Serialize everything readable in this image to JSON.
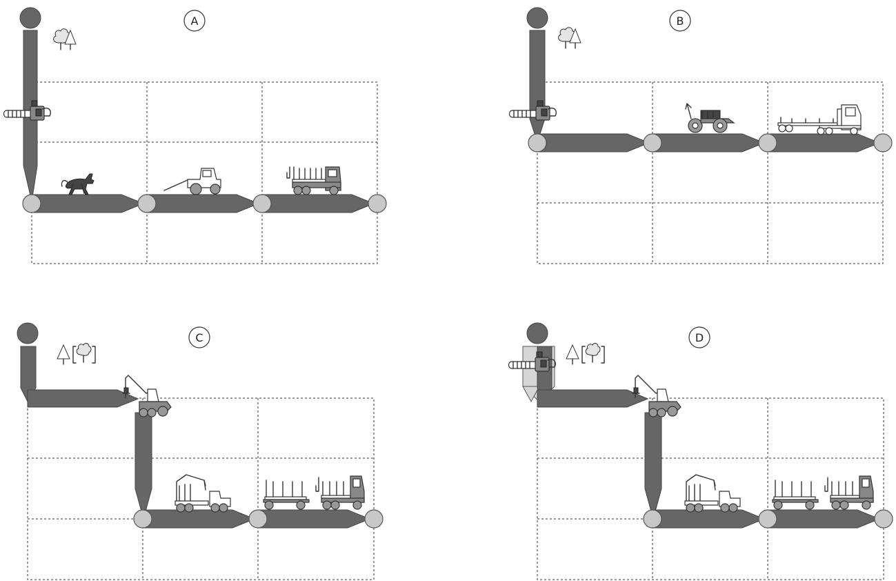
{
  "panels": [
    {
      "id": "A",
      "label": "A"
    },
    {
      "id": "B",
      "label": "B"
    },
    {
      "id": "C",
      "label": "C"
    },
    {
      "id": "D",
      "label": "D"
    }
  ],
  "icons": {
    "trees": "trees-icon",
    "chainsaw": "chainsaw-icon",
    "horse": "horse-icon",
    "skidder": "skidder-icon",
    "log_truck": "log-truck-icon",
    "grapple_skidder": "grapple-skidder-icon",
    "trailer_truck": "trailer-truck-icon",
    "harvester": "harvester-icon",
    "forwarder": "forwarder-icon",
    "processor": "processor-icon"
  },
  "colors": {
    "pipe": "#666666",
    "node": "#c8c8c8",
    "grid": "#333333"
  }
}
